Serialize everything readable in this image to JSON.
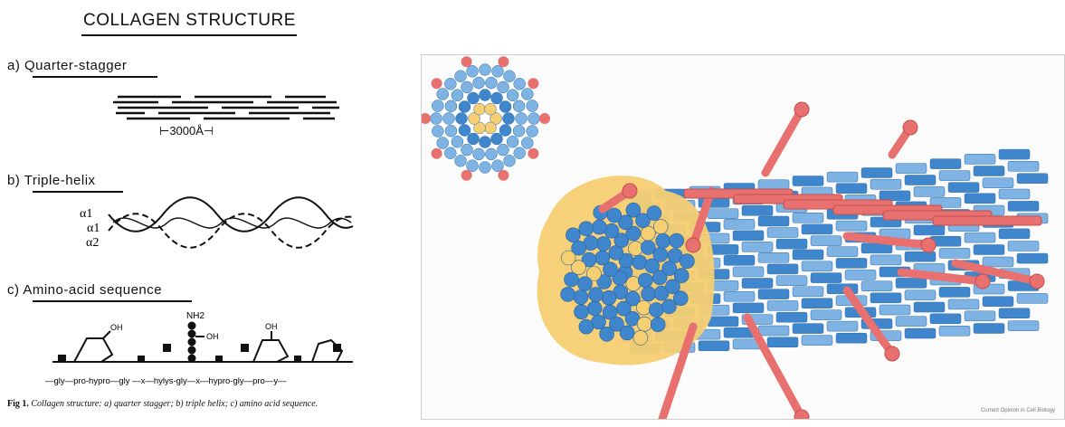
{
  "title": "COLLAGEN STRUCTURE",
  "sections": [
    {
      "letter": "a)",
      "label": "Quarter-stagger"
    },
    {
      "letter": "b)",
      "label": "Triple-helix"
    },
    {
      "letter": "c)",
      "label": "Amino-acid sequence"
    }
  ],
  "stagger_scale": "⊢3000Å⊣",
  "helix_chains": [
    "α1",
    "α1",
    "α2"
  ],
  "amino": {
    "nh2": "NH2",
    "oh": "OH",
    "sequence": "—gly—pro-hypro—gly —x—hylys-gly—x—hypro-gly—pro—y—"
  },
  "caption": {
    "fig": "Fig 1.",
    "text": "Collagen structure: a) quarter stagger; b) triple helix; c) amino acid sequence."
  },
  "right_figure": {
    "credit": "Current Opinion in Cell Biology",
    "colors": {
      "fibril_light": "#7fb3e3",
      "fibril_dark": "#3f86cc",
      "accessory": "#e8716f",
      "matrix": "#f5cf72"
    }
  }
}
